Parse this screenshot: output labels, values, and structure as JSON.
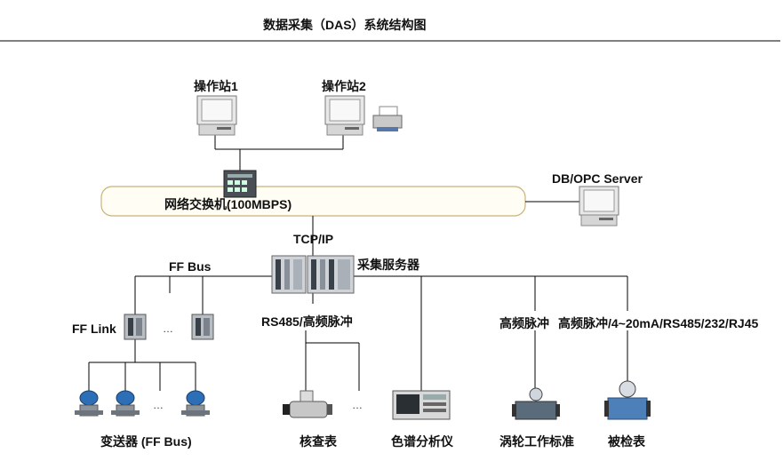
{
  "title": "数据采集（DAS）系统结构图",
  "labels": {
    "station1": "操作站1",
    "station2": "操作站2",
    "switch": "网络交换机(100MBPS)",
    "db_server": "DB/OPC Server",
    "tcpip": "TCP/IP",
    "collector": "采集服务器",
    "ffbus": "FF Bus",
    "fflink": "FF Link",
    "rs485": "RS485/高频脉冲",
    "pulse": "高频脉冲",
    "multi_protocol": "高频脉冲/4~20mA/RS485/232/RJ45",
    "transmitter": "变送器 (FF Bus)",
    "checker": "核查表",
    "chromatograph": "色谱分析仪",
    "turbine": "涡轮工作标准",
    "meter": "被检表"
  },
  "ellipsis": "…",
  "colors": {
    "line": "#000000",
    "switch_box_border": "#c8b27a",
    "switch_box_fill": "#fffdf4"
  }
}
